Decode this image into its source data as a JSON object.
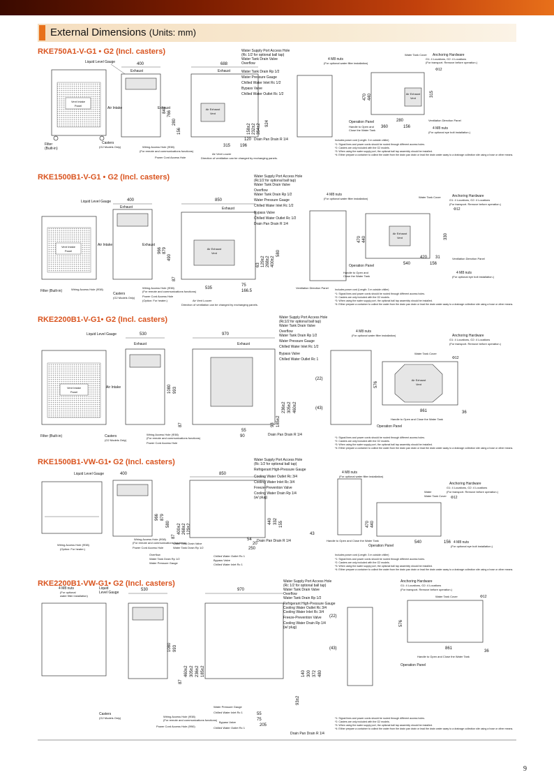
{
  "header": {
    "title": "External Dimensions",
    "units": "(Units: mm)"
  },
  "page_number": "9",
  "common": {
    "m8_nuts": "4 M8 nuts",
    "water_filter": "(For optional water filter installation)",
    "power_cord_note": "Includes power cord (Length: 3 m outside chiller)",
    "note1": "*1: Signal lines and power cords should be routed through different access holes.",
    "note2": "*2: Casters are only included with the G2 models.",
    "note3": "*3: When using the water supply port, the optional ball tap assembly should be installed.",
    "note4": "*4: Either prepare a container to collect the water from the drain pan drain or lead the drain water away to a drainage collection site using a hose or other means.",
    "eye_bolt": "(For optional eye bolt installation.)",
    "phi12": "Φ12",
    "exhaust": "Exhaust",
    "air_intake": "Air Intake",
    "vent_panel": [
      "Vent Intake",
      "Panel"
    ],
    "air_exhaust_vent": [
      "Air Exhaust",
      "Vent"
    ],
    "casters": [
      "Casters",
      "(G2 Models Only)"
    ],
    "liquid_level": "Liquid Level Gauge",
    "filter_builtin": "Filter (Built-in)",
    "operation_panel": "Operation Panel",
    "handle": "Handle to Open and Close the Water Tank",
    "water_tank_cover": "Water Tank Cover",
    "anchoring": "Anchoring Hardware",
    "anchoring_note": "G1: 4 Locations, G2: 4 Locations",
    "anchoring_note2": "(For transport. Remove before operation.)",
    "vent_direction": "Ventilation Direction Panel",
    "wiring_hole": "Wiring Access Hole (Φ38)",
    "wiring_sub": "(For remote and communications functions)",
    "power_hole": "Power Cord Access Hole",
    "air_louver": "Air Vent Louver",
    "louver_sub": "Direction of ventilation can be changed by exchanging panels.",
    "drain_pan": "Drain Pan Drain R 1/4"
  },
  "sections": [
    {
      "title": "RKE750A1-V-G1 • G2 (Incl. casters)",
      "callouts": [
        "Water Supply Port Access Hole",
        "(Rc 1/2 for optional ball tap)",
        "Water Tank Drain Valve",
        "Overflow",
        "Water Tank Drain Rp 1/2",
        "Water Pressure Gauge",
        "Chilled Water Inlet Rc 1/2",
        "Bypass Valve",
        "Chilled Water Outlet Rc 1/2"
      ],
      "dims": {
        "w1": "400",
        "w2": "688",
        "h1": "840",
        "h2": "766",
        "h3": "280",
        "h4": "156",
        "r1": "924",
        "r2": "354±2",
        "r3": "232±2",
        "r4": "158",
        "r5": "158±2",
        "b1": "315",
        "b2": "196",
        "b3": "120",
        "t1": "470",
        "t2": "440",
        "t3": "315",
        "t4": "280",
        "t5": "360",
        "t6": "156"
      }
    },
    {
      "title": "RKE1500B1-V-G1 • G2 (Incl. casters)",
      "callouts": [
        "Water Supply Port Access Hole",
        "(Rc1/2 for optional ball tap)",
        "Water Tank Drain Valve",
        "Overflow",
        "Water Tank Drain Rp 1/2",
        "Water Pressure Gauge",
        "Chilled Water Inlet Rc 1/2",
        "Bypass Valve",
        "Chilled Water Outlet Rc 1/2",
        "Drain Pan Drain R 1/4"
      ],
      "dims": {
        "w1": "400",
        "w2": "850",
        "h1": "966",
        "h2": "879",
        "h3": "490",
        "h4": "87",
        "r1": "580",
        "r2": "400±2",
        "r3": "268±2",
        "r4": "129±2",
        "r5": "63",
        "b1": "535",
        "b2": "75",
        "b3": "166.5",
        "t1": "470",
        "t2": "440",
        "t3": "330",
        "t4": "420",
        "t5": "540",
        "t6": "156",
        "t7": "31"
      }
    },
    {
      "title": "RKE2200B1-V-G1• G2 (Incl. casters)",
      "callouts": [
        "Water Supply Port Access Hole",
        "(Rc1/2 for optional ball tap)",
        "Water Tank Drain Valve",
        "Overflow",
        "Water Tank Drain Rp 1/2",
        "Water Pressure Gauge",
        "Chilled Water Inlet Rc 1/2",
        "Bypass Valve",
        "Chilled Water Outlet Rc 1"
      ],
      "dims": {
        "w1": "530",
        "w2": "970",
        "h1": "1080",
        "h2": "993",
        "h3": "87",
        "r1": "460±2",
        "r2": "305±2",
        "r3": "236±2",
        "r4": "185±2",
        "r5": "93",
        "b1": "55",
        "b2": "90",
        "t1": "576",
        "t2": "861",
        "t3": "36",
        "t4": "(22)",
        "t5": "(43)"
      }
    },
    {
      "title": "RKE1500B1-VW-G1• G2 (Incl. casters)",
      "callouts": [
        "Water Supply Port Access Hole",
        "(Rc 1/2 for optional ball tap)",
        "Refrigerant High-Pressure Gauge",
        "Cooling Water Outlet Rc 3/4",
        "Cooling Water Inlet Rc 3/4",
        "Freeze-Prevention Valve",
        "Cooling Water Drain Rp 1/4",
        "(w/ plug)"
      ],
      "bottom_callouts": [
        "Overflow",
        "Water Tank Drain Rp 1/2",
        "Water Pressure Gauge",
        "Water Tank Drain Valve",
        "Bypass Valve",
        "Chilled Water Outlet Rc 1",
        "Chilled Water Inlet Rc 1"
      ],
      "dims": {
        "w1": "400",
        "w2": "850",
        "h1": "966",
        "h2": "879",
        "h3": "580",
        "h4": "87",
        "r1": "400±2",
        "r2": "268±2",
        "r3": "129±2",
        "r4": "440",
        "r5": "332",
        "r6": "155",
        "b1": "54",
        "b2": "20",
        "b3": "250",
        "t1": "470",
        "t2": "440",
        "t3": "540",
        "t4": "156",
        "t5": "43"
      }
    },
    {
      "title": "RKE2200B1-VW-G1• G2 (Incl. casters)",
      "callouts": [
        "Water Supply Port Access Hole",
        "(Rc 1/2 for optional ball tap)",
        "Water Tank Drain Valve",
        "Overflow",
        "Water Tank Drain Rp 1/2",
        "Refrigerant High-Pressure Gauge",
        "Cooling Water Outlet Rc 3/4",
        "Cooling Water Inlet Rc 3/4",
        "Freeze-Prevention Valve",
        "Cooling Water Drain Rp 1/4",
        "(w/ plug)"
      ],
      "bottom_callouts": [
        "Water Pressure Gauge",
        "Chilled Water Inlet Rc 1",
        "Bypass Valve",
        "Chilled Water Outlet Rc 1"
      ],
      "dims": {
        "w1": "530",
        "w2": "970",
        "h1": "1080",
        "h2": "993",
        "h3": "87",
        "r1": "460±2",
        "r2": "305±2",
        "r3": "236±2",
        "r4": "185±2",
        "r5": "480",
        "r6": "372",
        "r7": "300",
        "r8": "140",
        "r9": "93±2",
        "b1": "55",
        "b2": "75",
        "b3": "205",
        "t1": "576",
        "t2": "861",
        "t3": "36",
        "t4": "(22)",
        "t5": "(43)"
      },
      "liquid_gauge": [
        "Liquid",
        "Level Gauge"
      ],
      "optional_filter": [
        "4 M8 nuts",
        "(For optional",
        "water filter installation)"
      ],
      "wiring_power": "Power Cord Access Hole (Φ50)"
    }
  ]
}
